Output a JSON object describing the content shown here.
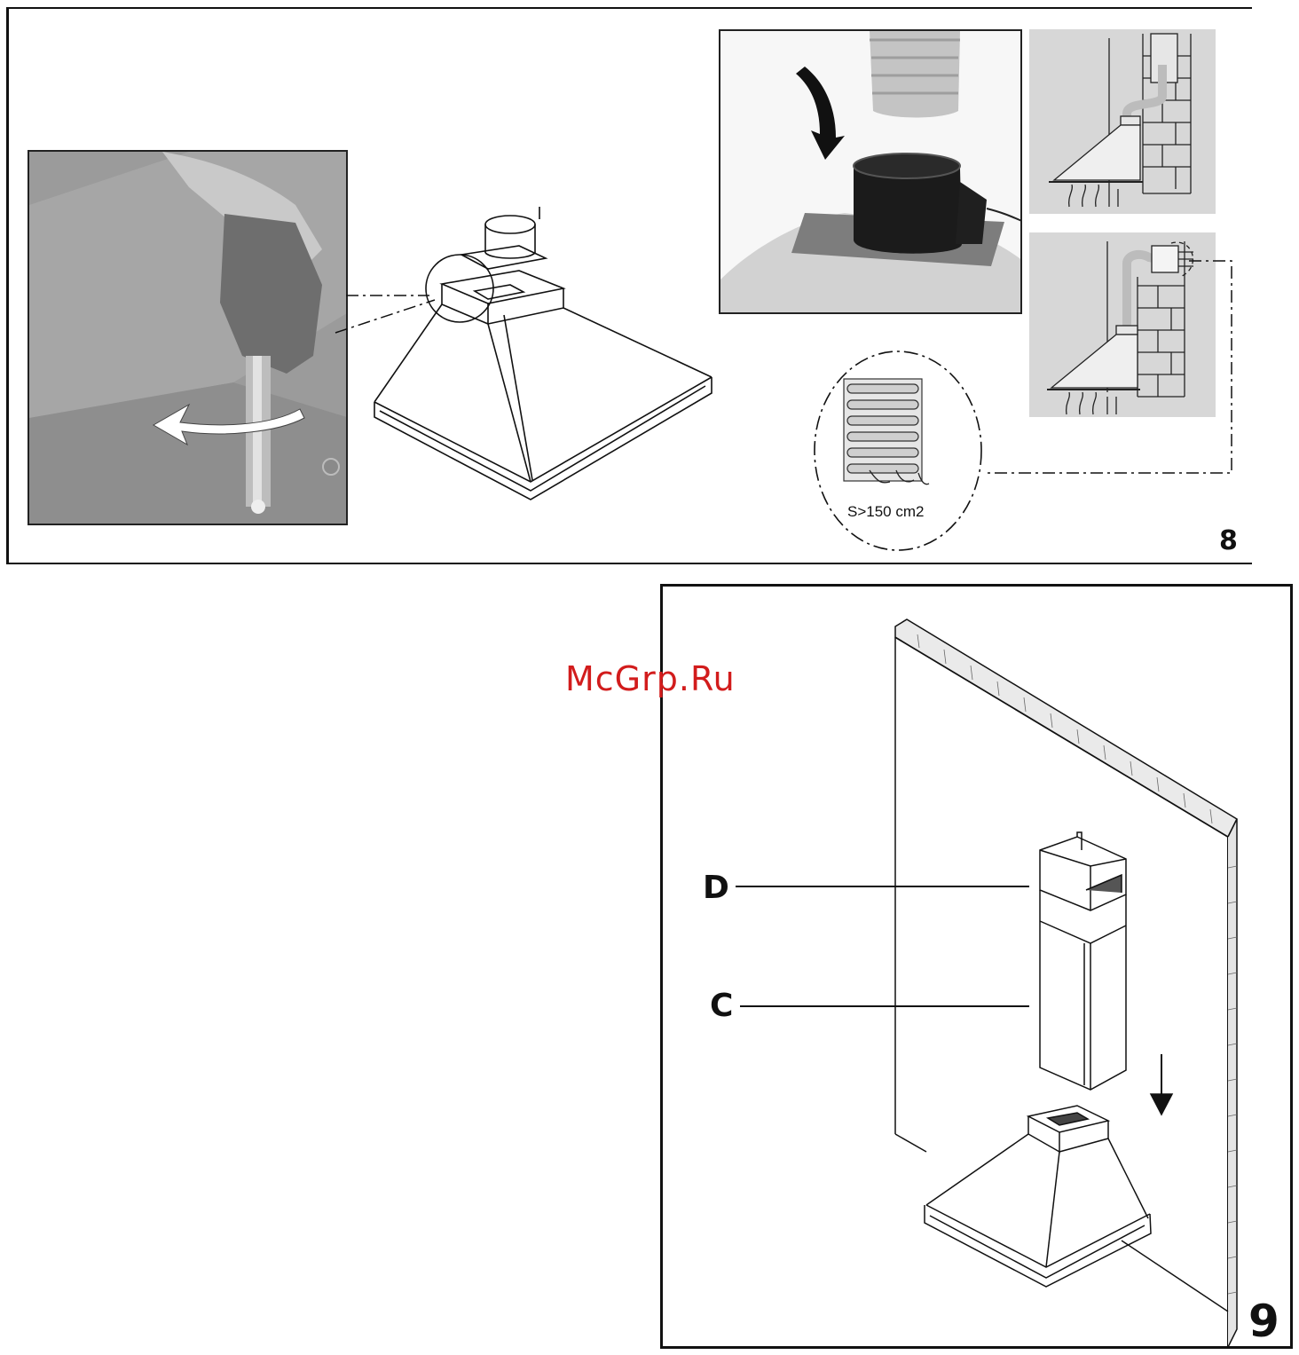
{
  "figure_8": {
    "number": "8",
    "grille_label": "S>150 cm2"
  },
  "figure_9": {
    "number": "9",
    "label_d": "D",
    "label_c": "C"
  },
  "watermark": "McGrp.Ru",
  "colors": {
    "line": "#111111",
    "photo_gray": "#9a9a9a",
    "inset_gray": "#d7d7d7",
    "watermark": "#d21c1c"
  }
}
